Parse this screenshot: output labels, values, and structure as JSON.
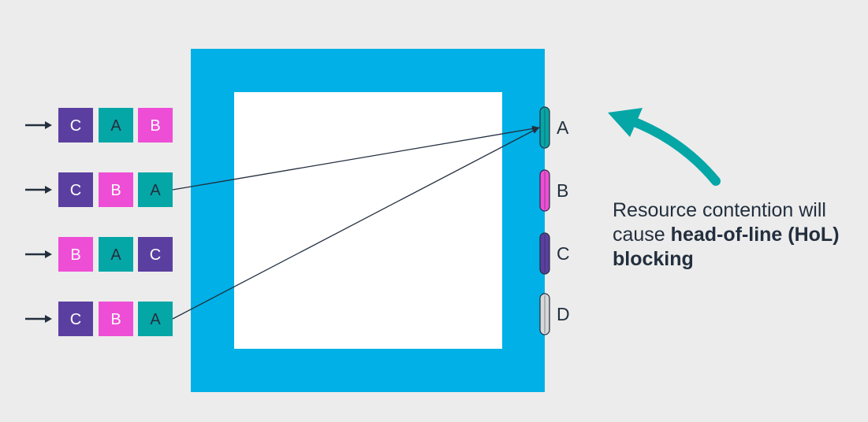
{
  "colors": {
    "background": "#ececec",
    "switch_frame": "#00b0e6",
    "switch_inner": "#ffffff",
    "A": "#05a6a6",
    "B": "#ee4ed6",
    "C": "#5b3fa0",
    "D": "#d8d8d8",
    "text_dark": "#232f3e",
    "arrow_teal": "#05a6a6"
  },
  "input_queues": [
    {
      "packets": [
        "C",
        "A",
        "B"
      ]
    },
    {
      "packets": [
        "C",
        "B",
        "A"
      ]
    },
    {
      "packets": [
        "B",
        "A",
        "C"
      ]
    },
    {
      "packets": [
        "C",
        "B",
        "A"
      ]
    }
  ],
  "output_ports": [
    {
      "label": "A",
      "color_key": "A"
    },
    {
      "label": "B",
      "color_key": "B"
    },
    {
      "label": "C",
      "color_key": "C"
    },
    {
      "label": "D",
      "color_key": "D"
    }
  ],
  "connections": [
    {
      "from_queue": 1,
      "to_port": 0
    },
    {
      "from_queue": 3,
      "to_port": 0
    }
  ],
  "caption": {
    "line1": "Resource contention will",
    "line2_prefix": "cause ",
    "line2_bold": "head-of-line (HoL)",
    "line3_bold": "blocking"
  }
}
